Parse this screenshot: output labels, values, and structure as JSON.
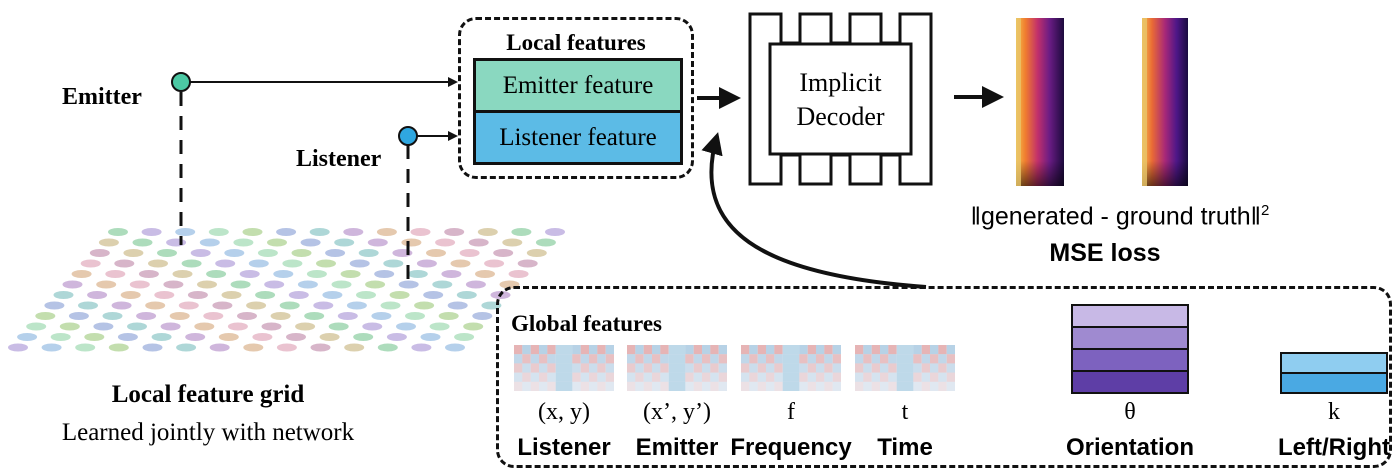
{
  "left": {
    "emitter_label": "Emitter",
    "listener_label": "Listener",
    "grid_title": "Local feature grid",
    "grid_subtitle": "Learned jointly with network"
  },
  "local_features": {
    "title": "Local features",
    "emitter_feature": "Emitter feature",
    "listener_feature": "Listener feature",
    "emitter_color": "#8ad8c0",
    "listener_color": "#5cbbe6"
  },
  "decoder": {
    "line1": "Implicit",
    "line2": "Decoder"
  },
  "loss": {
    "formula": "‖generated - ground truth‖",
    "exponent": "2",
    "name": "MSE loss"
  },
  "global_features": {
    "title": "Global features",
    "items": [
      {
        "symbol": "(x, y)",
        "name": "Listener"
      },
      {
        "symbol": "(x’, y’)",
        "name": "Emitter"
      },
      {
        "symbol": "f",
        "name": "Frequency"
      },
      {
        "symbol": "t",
        "name": "Time"
      },
      {
        "symbol": "θ",
        "name": "Orientation"
      },
      {
        "symbol": "k",
        "name": "Left/Right"
      }
    ],
    "orientation_colors": [
      "#c8b9e6",
      "#9f8ad0",
      "#7d62bf",
      "#5e3ea6"
    ],
    "leftright_colors": [
      "#8fcdf0",
      "#4aa9e3"
    ]
  },
  "colors": {
    "emitter_dot": "#4cc9a4",
    "listener_dot": "#2fa7e0"
  }
}
